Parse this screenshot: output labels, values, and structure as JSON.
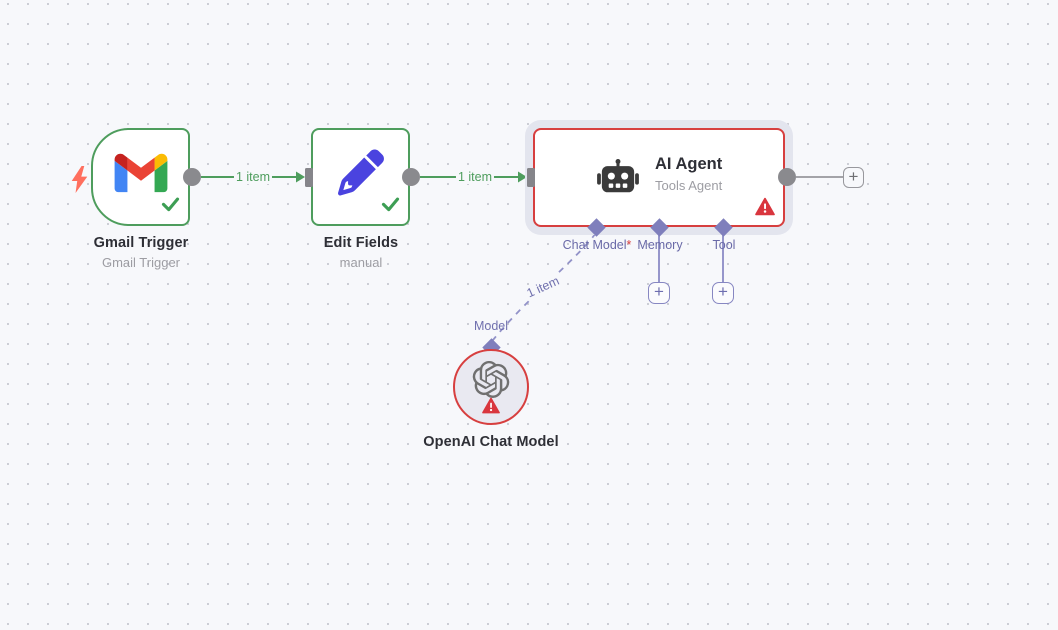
{
  "canvas": {
    "bg": "#f7f8fb",
    "dot_color": "#c9cad2"
  },
  "nodes": {
    "gmail": {
      "title": "Gmail Trigger",
      "subtitle": "Gmail Trigger"
    },
    "edit": {
      "title": "Edit Fields",
      "subtitle": "manual"
    },
    "agent": {
      "title": "AI Agent",
      "subtitle": "Tools Agent"
    },
    "openai": {
      "title": "OpenAI Chat Model"
    }
  },
  "connections": {
    "gmail_to_edit_label": "1 item",
    "edit_to_agent_label": "1 item",
    "model_to_agent_label": "1 item"
  },
  "agent_inputs": {
    "chat_model": {
      "label": "Chat Model",
      "required_marker": "*"
    },
    "memory": {
      "label": "Memory"
    },
    "tool": {
      "label": "Tool"
    }
  },
  "openai_output_label": "Model",
  "icons": {
    "plus": "+"
  },
  "colors": {
    "success_green": "#4e9d5d",
    "error_red": "#d73f3f",
    "connector_purple": "#8b8bc6",
    "port_gray": "#8a8a8e"
  }
}
